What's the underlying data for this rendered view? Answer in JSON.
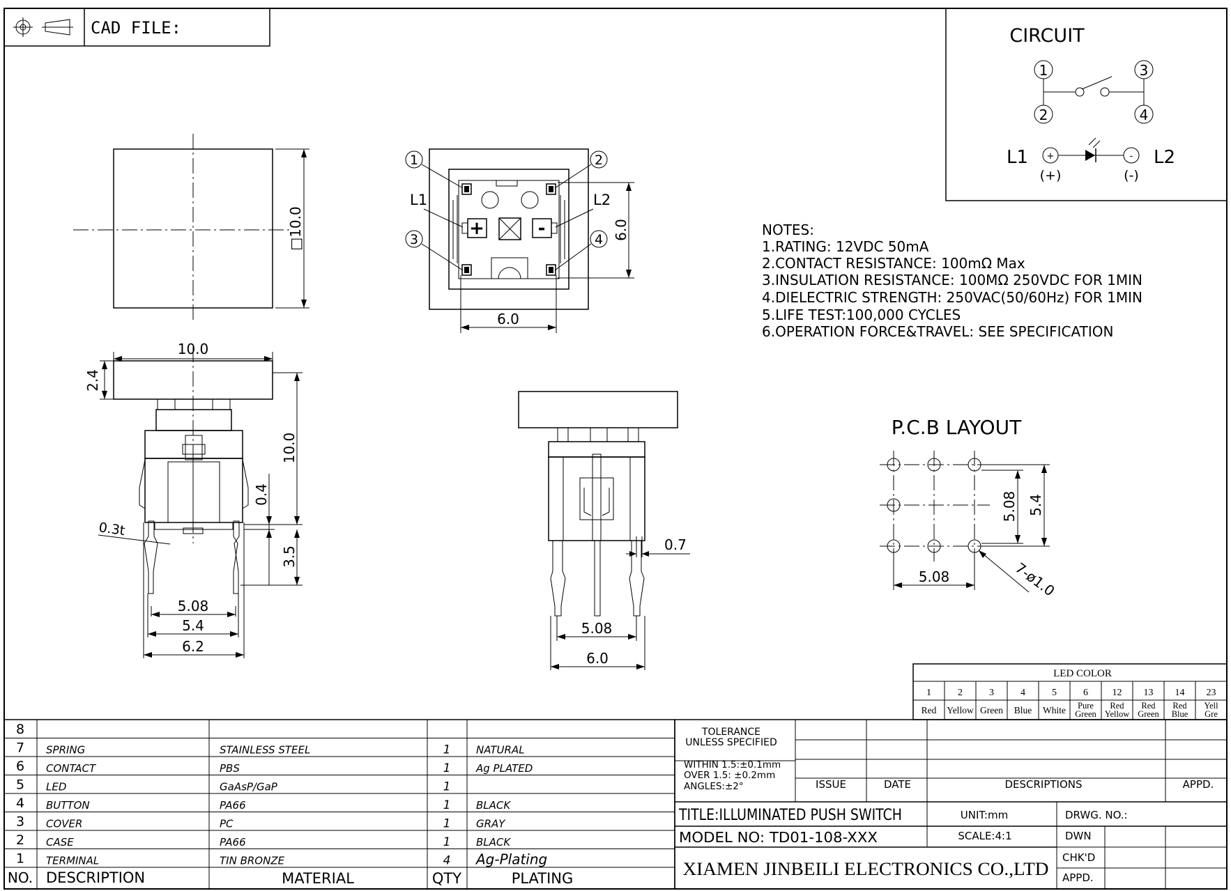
{
  "header": {
    "cad_file_label": "CAD FILE:"
  },
  "circuit": {
    "title": "CIRCUIT",
    "pins": [
      "1",
      "2",
      "3",
      "4"
    ],
    "led_left": "L1",
    "led_right": "L2",
    "plus": "(+)",
    "minus": "(-)"
  },
  "top_view": {
    "dim": "□10.0"
  },
  "bottom_view": {
    "pins": [
      "1",
      "2",
      "3",
      "4"
    ],
    "l1": "L1",
    "l2": "L2",
    "plus": "+",
    "minus": "-",
    "dim_height": "6.0",
    "dim_width": "6.0"
  },
  "side_view": {
    "dim_width": "10.0",
    "dim_cap": "2.4",
    "dim_height": "10.0",
    "dim_travel": "0.4",
    "dim_pin": "3.5",
    "dim_thickness": "0.3t",
    "dim_a": "5.08",
    "dim_b": "5.4",
    "dim_c": "6.2"
  },
  "front_view": {
    "dim_pin": "0.7",
    "dim_a": "5.08",
    "dim_b": "6.0"
  },
  "notes": {
    "title": "NOTES:",
    "items": [
      "1.RATING: 12VDC 50mA",
      "2.CONTACT RESISTANCE: 100mΩ Max",
      "3.INSULATION RESISTANCE: 100MΩ 250VDC FOR 1MIN",
      "4.DIELECTRIC STRENGTH: 250VAC(50/60Hz) FOR 1MIN",
      "5.LIFE TEST:100,000 CYCLES",
      "6.OPERATION FORCE&TRAVEL: SEE SPECIFICATION"
    ]
  },
  "pcb": {
    "title": "P.C.B LAYOUT",
    "dim_508_v": "5.08",
    "dim_54": "5.4",
    "dim_508_h": "5.08",
    "holes": "7-ø1.0"
  },
  "led_color": {
    "title": "LED COLOR",
    "codes": [
      "1",
      "2",
      "3",
      "4",
      "5",
      "6",
      "12",
      "13",
      "14",
      "23"
    ],
    "colors": [
      [
        "Red"
      ],
      [
        "Yellow"
      ],
      [
        "Green"
      ],
      [
        "Blue"
      ],
      [
        "White"
      ],
      [
        "Pure",
        "Green"
      ],
      [
        "Red",
        "Yellow"
      ],
      [
        "Red",
        "Green"
      ],
      [
        "Red",
        "Blue"
      ],
      [
        "Yell",
        "Gre"
      ]
    ]
  },
  "bom": {
    "rows": [
      {
        "no": "8",
        "desc": "",
        "material": "",
        "qty": "",
        "plating": ""
      },
      {
        "no": "7",
        "desc": "SPRING",
        "material": "STAINLESS STEEL",
        "qty": "1",
        "plating": "NATURAL"
      },
      {
        "no": "6",
        "desc": "CONTACT",
        "material": "PBS",
        "qty": "1",
        "plating": "Ag PLATED"
      },
      {
        "no": "5",
        "desc": "LED",
        "material": "GaAsP/GaP",
        "qty": "1",
        "plating": ""
      },
      {
        "no": "4",
        "desc": "BUTTON",
        "material": "PA66",
        "qty": "1",
        "plating": "BLACK"
      },
      {
        "no": "3",
        "desc": "COVER",
        "material": "PC",
        "qty": "1",
        "plating": "GRAY"
      },
      {
        "no": "2",
        "desc": "CASE",
        "material": "PA66",
        "qty": "1",
        "plating": "BLACK"
      },
      {
        "no": "1",
        "desc": "TERMINAL",
        "material": "TIN BRONZE",
        "qty": "4",
        "plating": "Ag-Plating"
      }
    ],
    "header": {
      "no": "NO.",
      "desc": "DESCRIPTION",
      "material": "MATERIAL",
      "qty": "QTY",
      "plating": "PLATING"
    }
  },
  "title_block": {
    "tolerance_1": "TOLERANCE",
    "tolerance_2": "UNLESS SPECIFIED",
    "within": "WITHIN 1.5:±0.1mm",
    "over": "OVER 1.5: ±0.2mm",
    "angles": "ANGLES:±2°",
    "issue": "ISSUE",
    "date": "DATE",
    "descriptions": "DESCRIPTIONS",
    "appd_top": "APPD.",
    "title": "TITLE:ILLUMINATED PUSH SWITCH",
    "unit": "UNIT:mm",
    "drwg_no": "DRWG. NO.:",
    "model": "MODEL NO: TD01-108-XXX",
    "scale": "SCALE:4:1",
    "dwn": "DWN",
    "chkd": "CHK'D",
    "appd": "APPD.",
    "company": "XIAMEN JINBEILI ELECTRONICS CO.,LTD"
  }
}
